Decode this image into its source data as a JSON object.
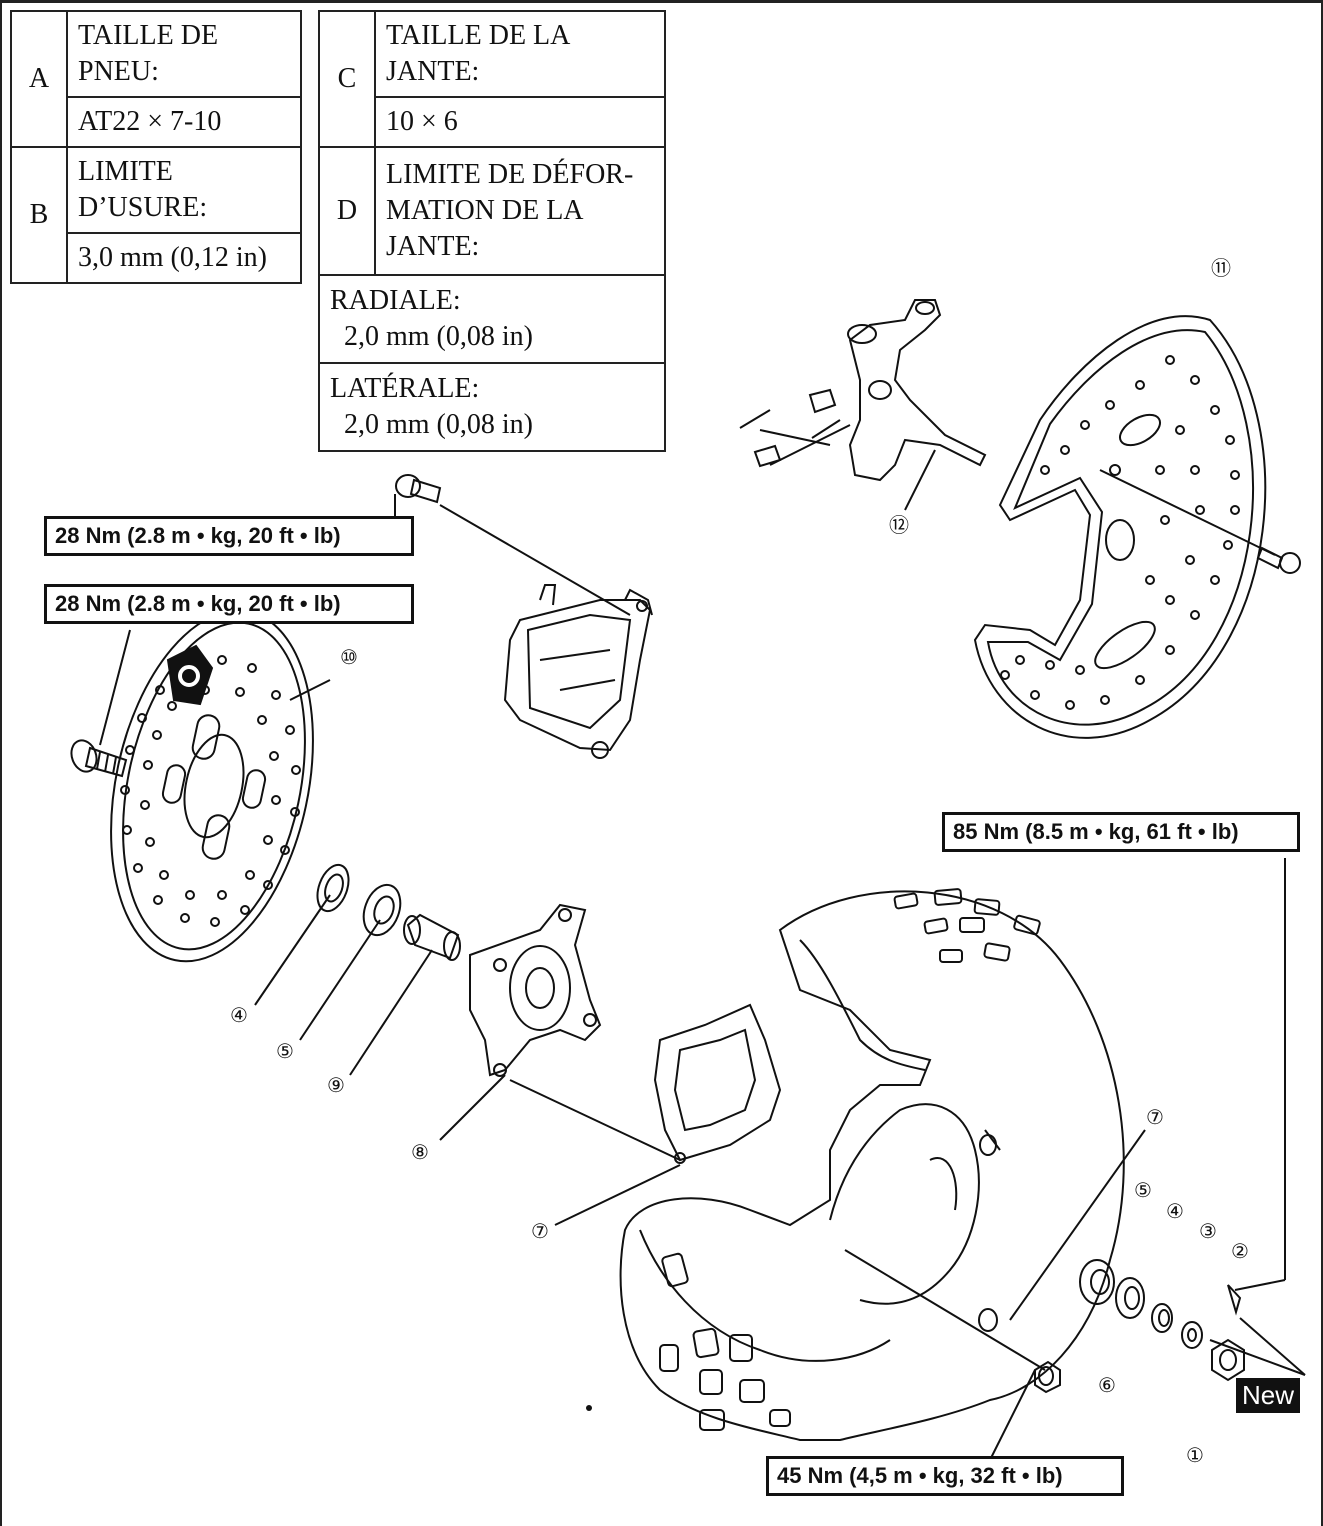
{
  "spec_table_ab": {
    "a_letter": "A",
    "a_label_1": "TAILLE DE",
    "a_label_2": "PNEU:",
    "a_value": "AT22 × 7-10",
    "b_letter": "B",
    "b_label_1": "LIMITE",
    "b_label_2": "D’USURE:",
    "b_value": "3,0 mm (0,12 in)"
  },
  "spec_table_cd": {
    "c_letter": "C",
    "c_label_1": "TAILLE DE LA",
    "c_label_2": "JANTE:",
    "c_value": "10 × 6",
    "d_letter": "D",
    "d_label_1": "LIMITE DE DÉFOR-",
    "d_label_2": "MATION DE LA",
    "d_label_3": "JANTE:",
    "radial_label": "RADIALE:",
    "radial_value": "2,0 mm (0,08 in)",
    "lateral_label": "LATÉRALE:",
    "lateral_value": "2,0 mm (0,08 in)"
  },
  "torque_labels": {
    "caliper_bolt": "28 Nm (2.8 m • kg, 20 ft • lb)",
    "disc_bolt": "28 Nm (2.8 m • kg, 20 ft • lb)",
    "axle_nut": "85 Nm (8.5 m • kg, 61 ft • lb)",
    "wheel_nut": "45 Nm (4,5 m • kg, 32 ft • lb)"
  },
  "new_badge": "New",
  "callouts": {
    "n1": "①",
    "n2": "②",
    "n3": "③",
    "n4": "④",
    "n5": "⑤",
    "n6": "⑥",
    "n7": "⑦",
    "n8": "⑧",
    "n9": "⑨",
    "n10": "⑩",
    "n11": "⑪",
    "n12": "⑫"
  },
  "icons": [
    "loctite-icon"
  ],
  "colors": {
    "ink": "#111111",
    "paper": "#ffffff"
  }
}
